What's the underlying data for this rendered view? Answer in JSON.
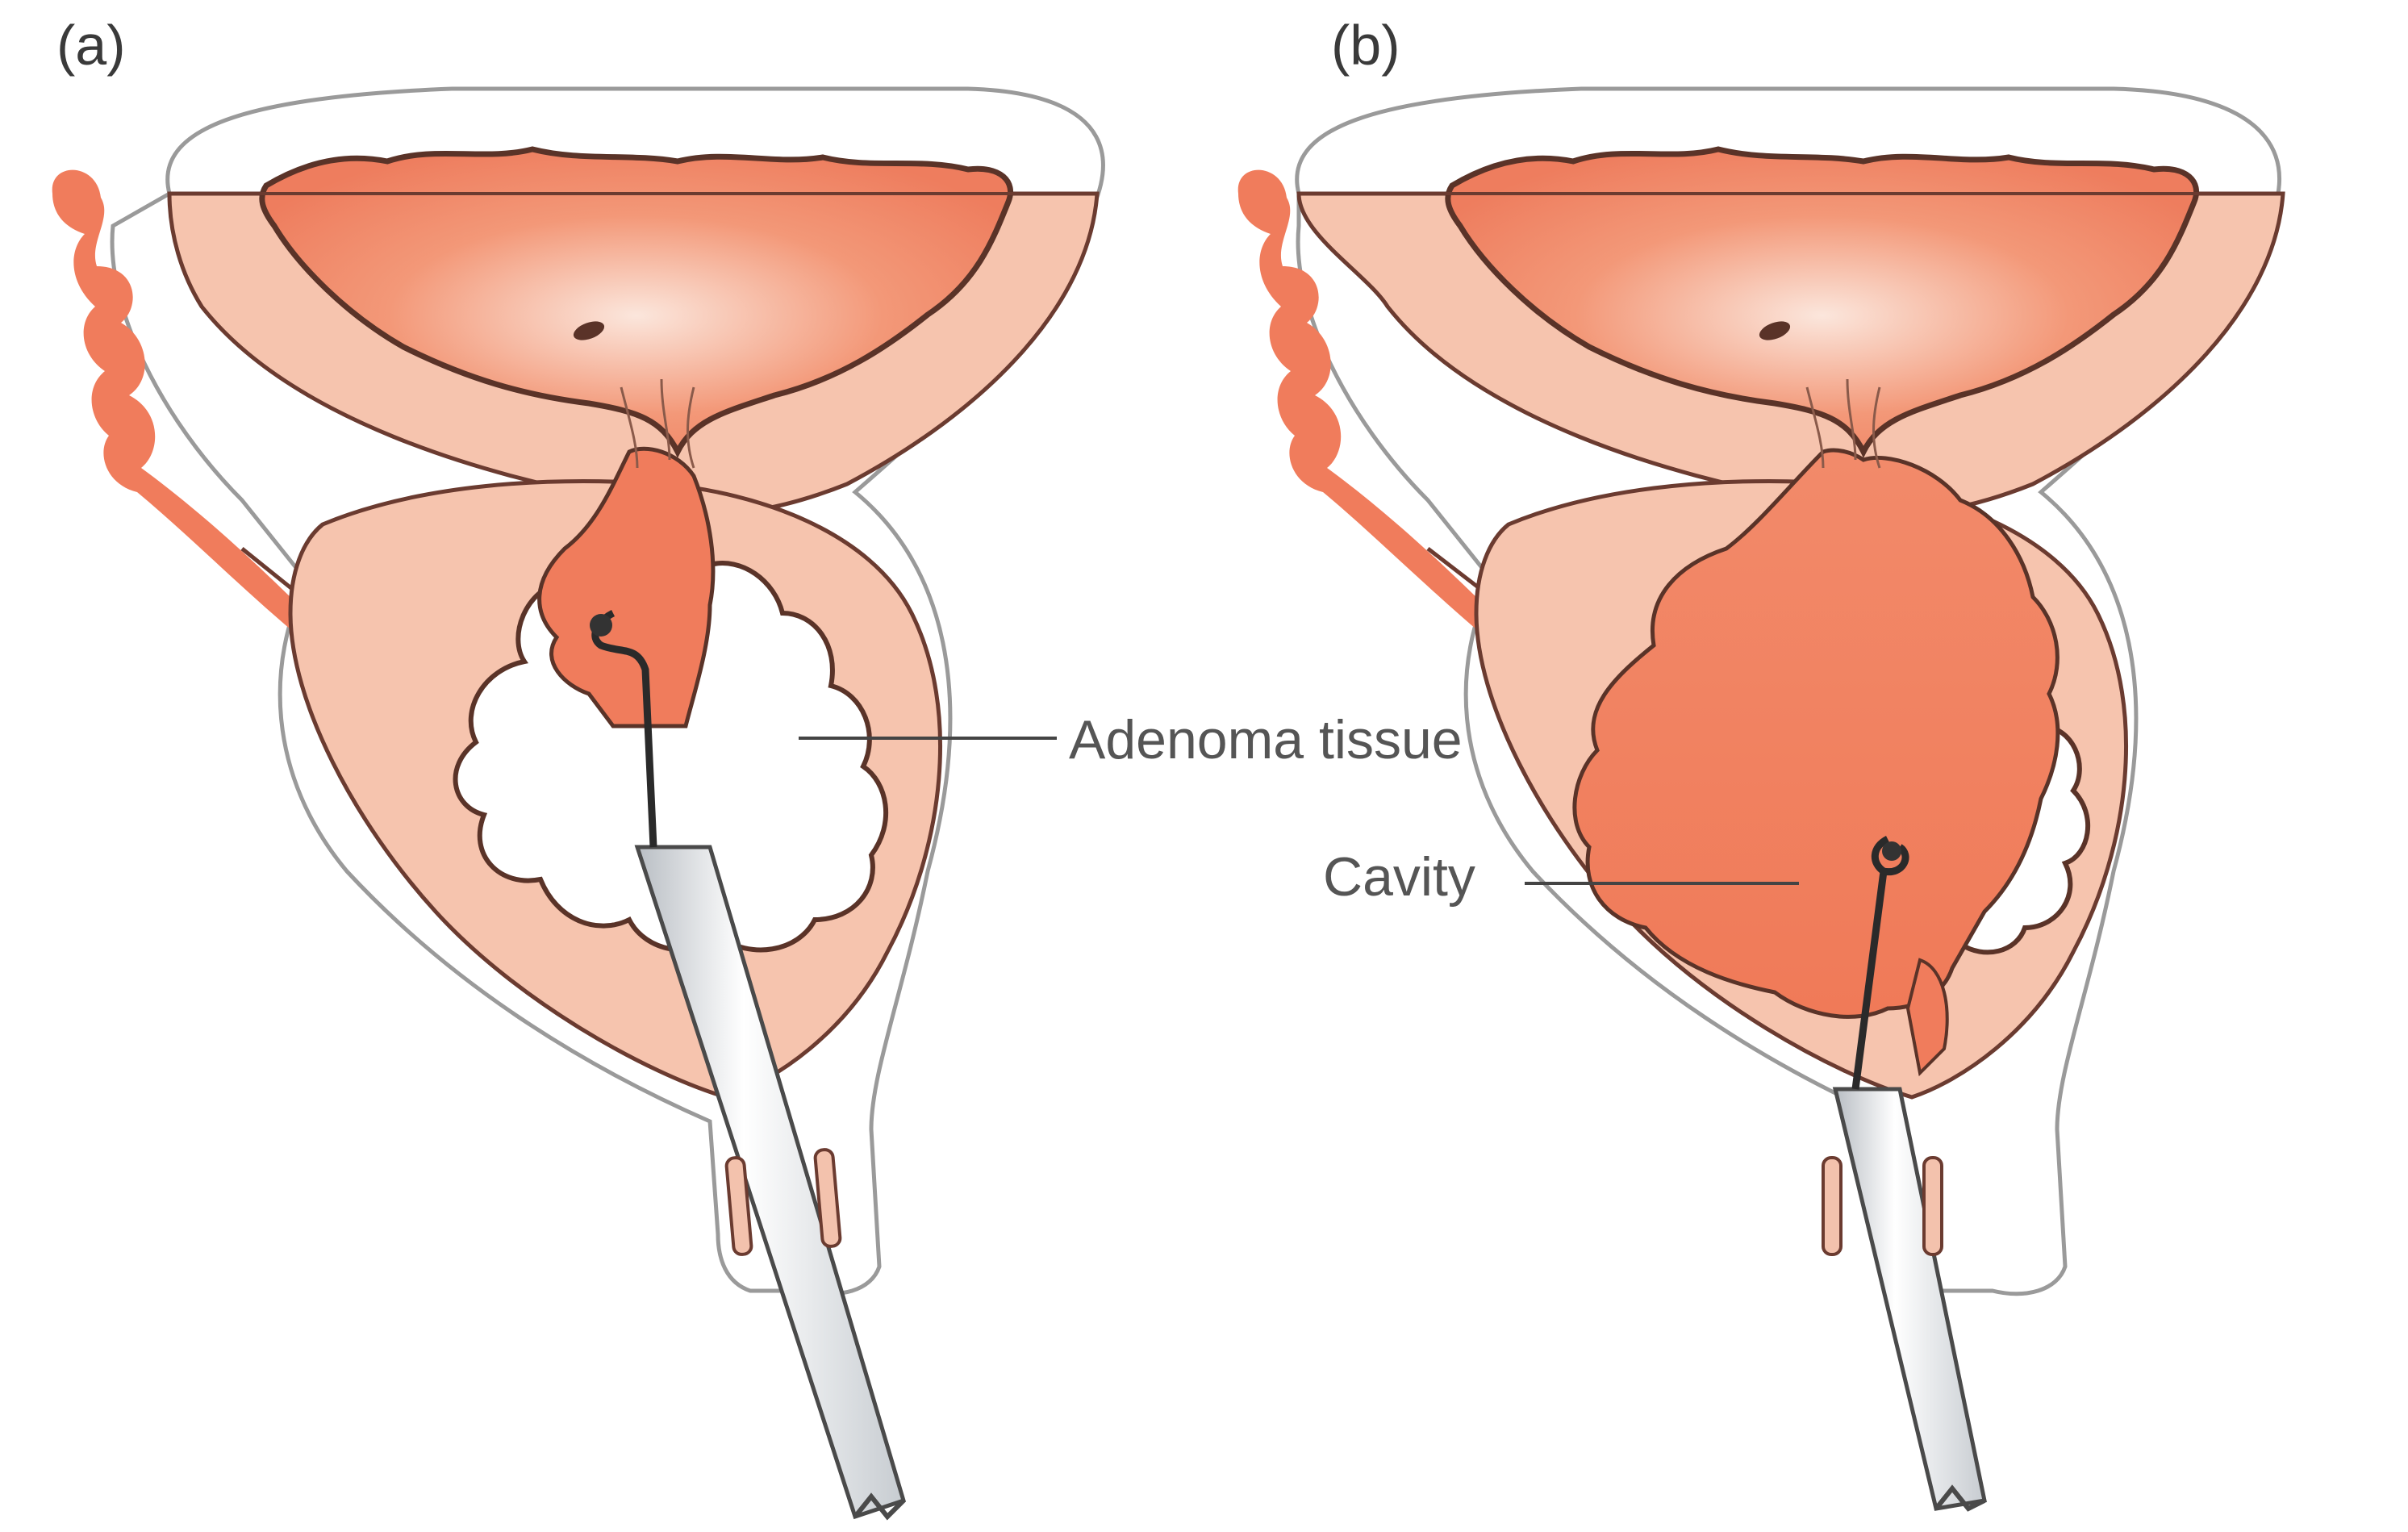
{
  "panels": [
    {
      "label": "(a)",
      "callout": "Adenoma tissue"
    },
    {
      "label": "(b)",
      "callout": "Cavity"
    }
  ],
  "colors": {
    "tissue": "#f6c4ae",
    "lumen": "#f07c5c",
    "adenoma": "#ffffff",
    "outline": "#6b3b30",
    "instrument": "#e9ecef"
  },
  "icons": [
    "bladder",
    "prostate",
    "seminal-vesicle",
    "ejaculatory-duct",
    "resectoscope"
  ]
}
